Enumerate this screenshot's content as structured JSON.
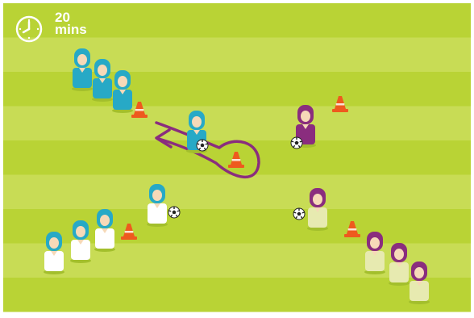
{
  "session": {
    "duration_value": "20",
    "duration_unit": "mins"
  },
  "icons": {
    "timer": "clock-icon",
    "marker": "cone-icon",
    "ball": "football-icon",
    "path": "dribble-path-arrow"
  },
  "colors": {
    "field_dark": "#b9d335",
    "field_light": "#c8dc55",
    "team_blue": "#27a9c6",
    "team_blue_dark": "#157f97",
    "team_blue_rest": "#ffffff",
    "team_purple": "#8a2d7e",
    "team_purple_dark": "#611b58",
    "team_purple_rest": "#e7eab0",
    "cone": "#ee5a1e",
    "path": "#8a2d7e",
    "skin": "#f6d9b8"
  }
}
